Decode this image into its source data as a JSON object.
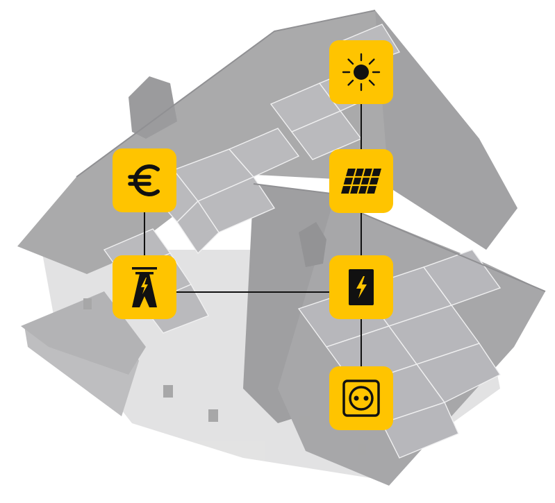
{
  "colors": {
    "accent": "#FFC400",
    "icon": "#111111",
    "roof": "#8e8e90",
    "roof_dark": "#77777a",
    "wall": "#d9d9da",
    "panel": "#9d9da2",
    "connector": "#111111"
  },
  "nodes": [
    {
      "id": "sun",
      "icon": "sun-icon"
    },
    {
      "id": "solar-panel",
      "icon": "solar-panel-icon"
    },
    {
      "id": "euro",
      "icon": "euro-icon"
    },
    {
      "id": "grid-pylon",
      "icon": "power-pylon-icon"
    },
    {
      "id": "inverter",
      "icon": "inverter-icon"
    },
    {
      "id": "socket",
      "icon": "power-socket-icon"
    }
  ]
}
